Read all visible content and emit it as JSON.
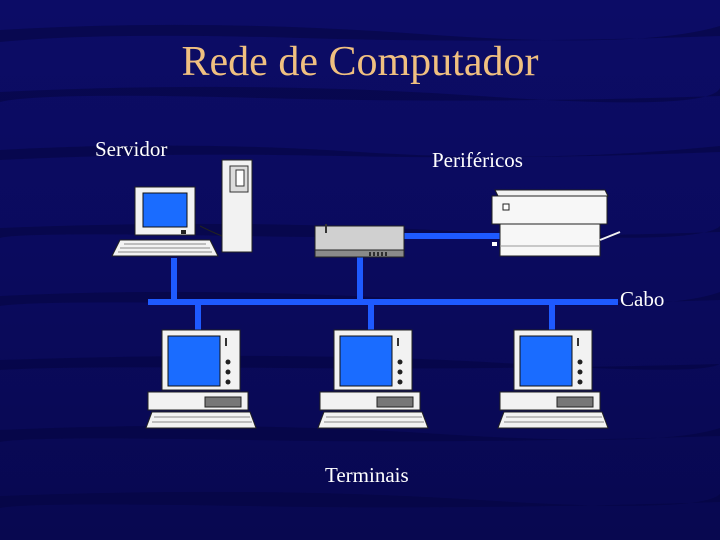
{
  "slide": {
    "title": "Rede de Computador",
    "labels": {
      "server": "Servidor",
      "peripherals": "Periféricos",
      "cable": "Cabo",
      "terminals": "Terminais"
    }
  },
  "colors": {
    "background": "#0a0a5a",
    "title": "#f0c080",
    "text": "#ffffff",
    "cable": "#1e5aff",
    "screen": "#1a6cff"
  }
}
